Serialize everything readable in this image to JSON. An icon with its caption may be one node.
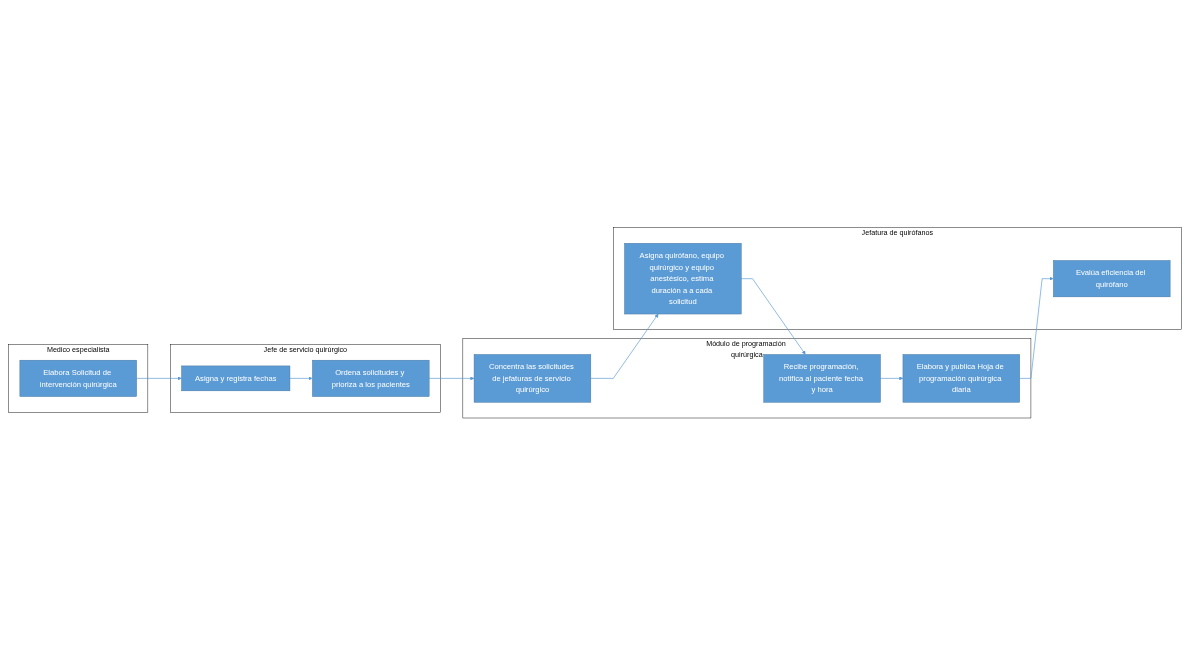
{
  "diagram": {
    "nodes": [
      {
        "text": [
          "Medico especialista"
        ]
      },
      {
        "text": [
          "Elabora Solicitud de intervención quirúrgica"
        ],
        "in": 0
      },
      {
        "text": [
          "Jefe de servicio quirúrgico"
        ]
      },
      {
        "text": [
          "Asigna y registra fechas"
        ],
        "in": 2
      },
      {
        "text": [
          "Ordena solicitudes y prioriza a los pacientes"
        ],
        "in": 2
      },
      {
        "text": [
          "Módulo de programación quirúrgica"
        ]
      },
      {
        "text": [
          "Concentra las solicitudes de jefaturas de servicio quirúrgico"
        ],
        "in": 5
      },
      {
        "text": [
          "Recibe programación, notifica al paciente fecha y hora"
        ],
        "in": 5
      },
      {
        "text": [
          "Elabora y publica Hoja de programación quirúrgica diaria"
        ],
        "in": 5
      },
      {
        "text": [
          "Jefatura de quirófanos"
        ]
      },
      {
        "text": [
          "Asigna quirófano, equipo quirúrgico y equipo anestésico, estima duración a a cada solicitud"
        ],
        "in": 9
      },
      {
        "text": [
          "Evalúa eficiencia del quirófano"
        ],
        "in": 9
      }
    ],
    "edges": [
      {
        "from": 1,
        "to": 3,
        "arrow": "to"
      },
      {
        "from": 3,
        "to": 4,
        "arrow": "to"
      },
      {
        "from": 4,
        "to": 6,
        "arrow": "to"
      },
      {
        "from": 6,
        "to": 10,
        "arrow": "to"
      },
      {
        "from": 10,
        "to": 7,
        "arrow": "to"
      },
      {
        "from": 7,
        "to": 8,
        "arrow": "to"
      },
      {
        "from": 8,
        "to": 11,
        "arrow": "to"
      }
    ]
  }
}
